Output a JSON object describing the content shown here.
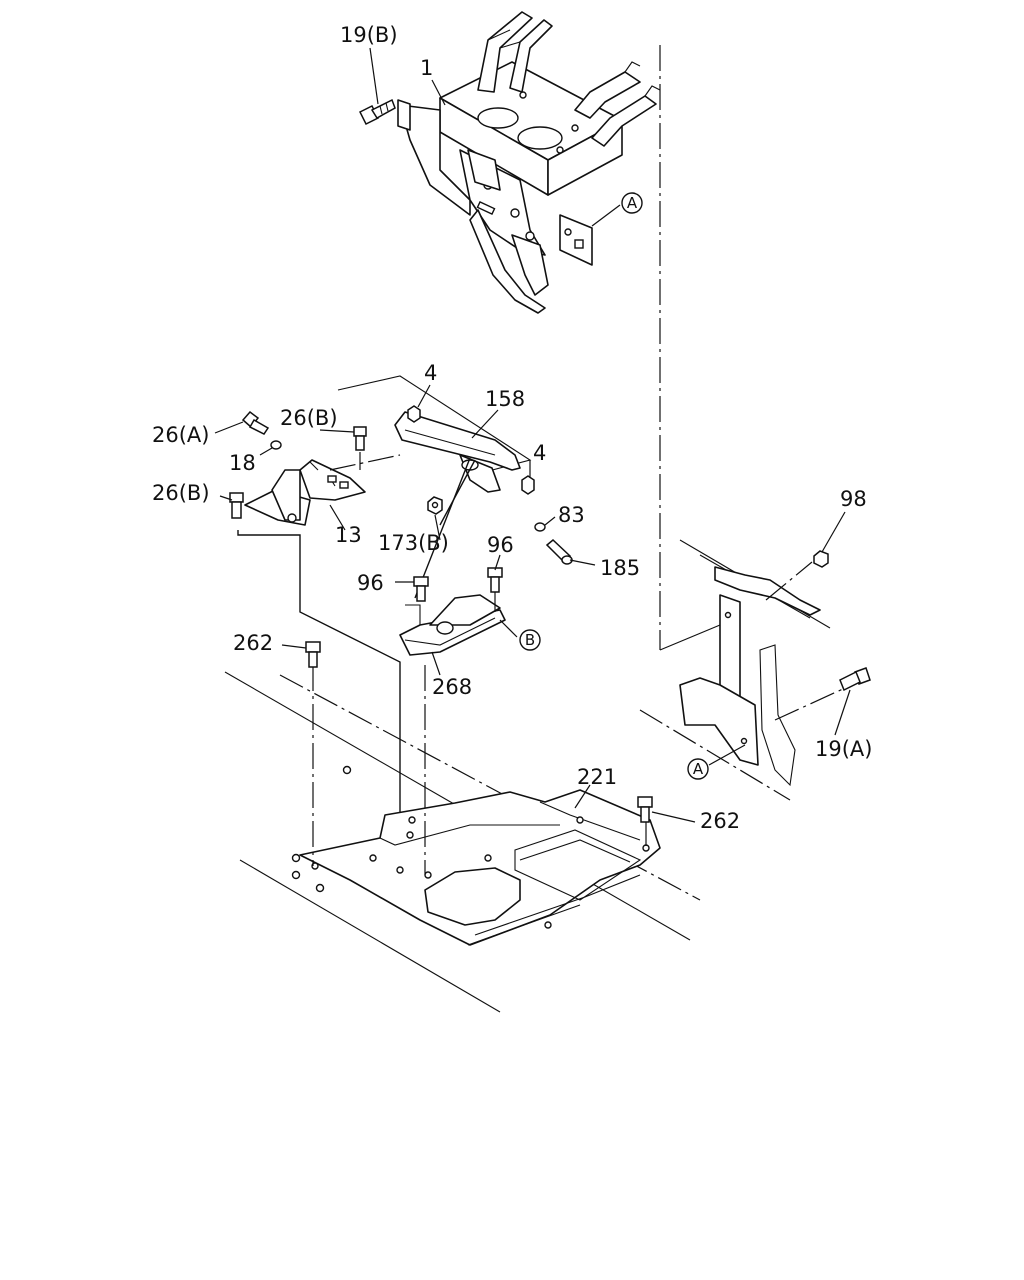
{
  "diagram": {
    "part_labels": {
      "p19b": "19(B)",
      "p1": "1",
      "p4_top": "4",
      "p158": "158",
      "p26a": "26(A)",
      "p26b_top": "26(B)",
      "p18": "18",
      "p4_right": "4",
      "p26b_left": "26(B)",
      "p13": "13",
      "p83": "83",
      "p173b": "173(B)",
      "p96_right": "96",
      "p185": "185",
      "p98": "98",
      "p96_left": "96",
      "p262_top": "262",
      "p268": "268",
      "p19a": "19(A)",
      "p221": "221",
      "p262_right": "262"
    },
    "reference_markers": {
      "a_top": "A",
      "b": "B",
      "a_bottom": "A"
    }
  }
}
